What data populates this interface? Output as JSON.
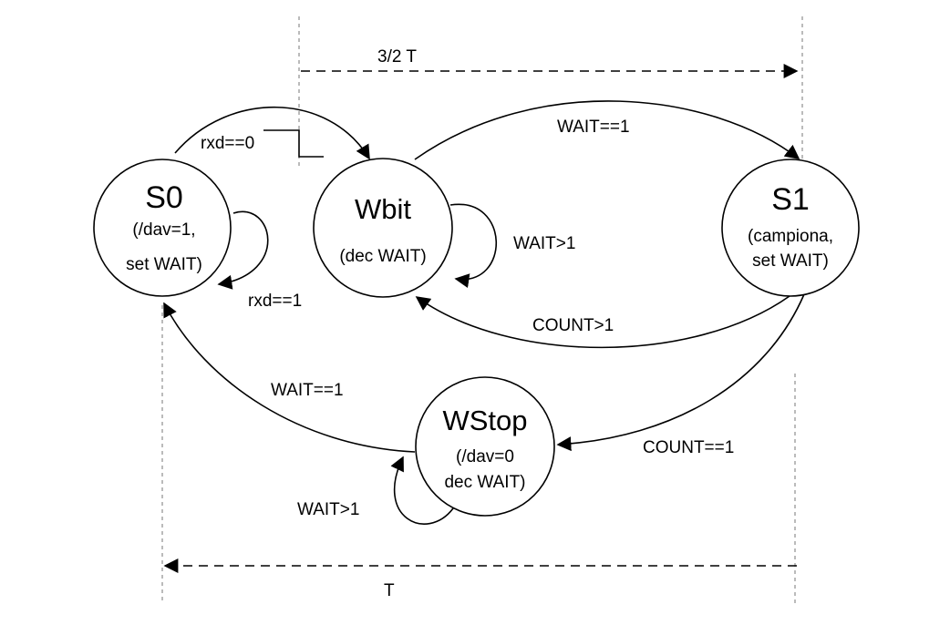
{
  "states": {
    "s0": {
      "name": "S0",
      "line1": "(/dav=1,",
      "line2": "set WAIT)"
    },
    "wbit": {
      "name": "Wbit",
      "line1": "(dec WAIT)"
    },
    "s1": {
      "name": "S1",
      "line1": "(campiona,",
      "line2": "set WAIT)"
    },
    "wstop": {
      "name": "WStop",
      "line1": "(/dav=0",
      "line2": "dec WAIT)"
    }
  },
  "transitions": {
    "s0_to_wbit": "rxd==0",
    "s0_self": "rxd==1",
    "wbit_to_s1": "WAIT==1",
    "wbit_self": "WAIT>1",
    "s1_to_wbit": "COUNT>1",
    "s1_to_wstop": "COUNT==1",
    "wstop_to_s0": "WAIT==1",
    "wstop_self": "WAIT>1"
  },
  "timing": {
    "top_interval": "3/2 T",
    "bottom_interval": "T"
  }
}
